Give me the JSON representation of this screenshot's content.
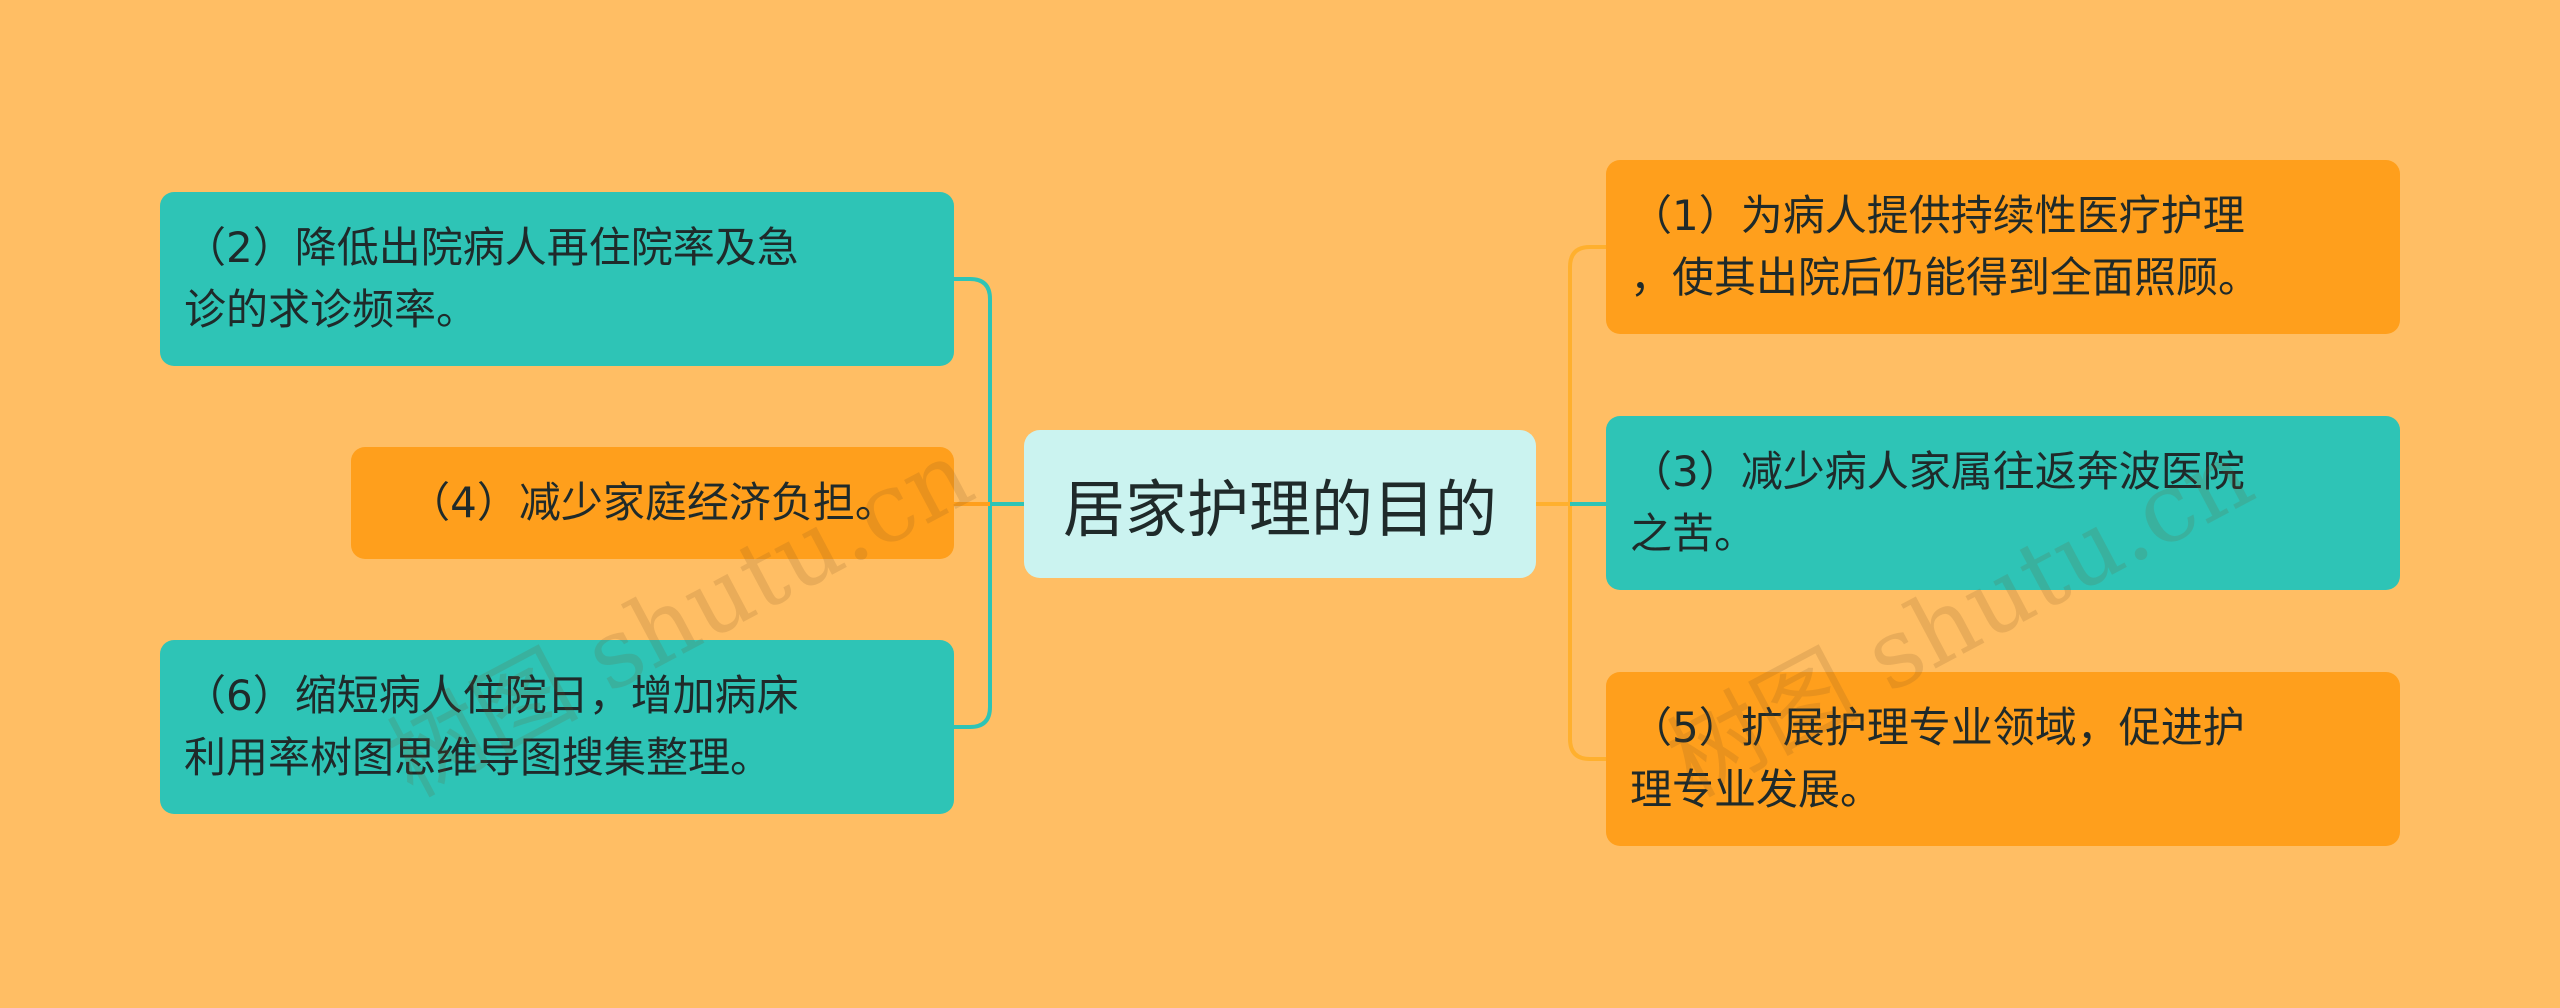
{
  "diagram": {
    "center": {
      "label": "居家护理的目的"
    },
    "left_branches": [
      {
        "label": "（2）降低出院病人再住院率及急\n诊的求诊频率。",
        "color": "#2EC4B6"
      },
      {
        "label": "（4）减少家庭经济负担。",
        "color": "#FF9F1C"
      },
      {
        "label": "（6）缩短病人住院日，增加病床\n利用率树图思维导图搜集整理。",
        "color": "#2EC4B6"
      }
    ],
    "right_branches": [
      {
        "label": "（1）为病人提供持续性医疗护理\n，使其出院后仍能得到全面照顾。",
        "color": "#FF9F1C"
      },
      {
        "label": "（3）减少病人家属往返奔波医院\n之苦。",
        "color": "#2EC4B6"
      },
      {
        "label": "（5）扩展护理专业领域，促进护\n理专业发展。",
        "color": "#FF9F1C"
      }
    ]
  },
  "watermark": "树图 shutu.cn",
  "colors": {
    "background": "#FFBE64",
    "teal": "#2EC4B6",
    "orange": "#FF9F1C",
    "center": "#CBF3F0",
    "left_connector": "#2EC4B6",
    "right_connector": "#FFB02E"
  }
}
